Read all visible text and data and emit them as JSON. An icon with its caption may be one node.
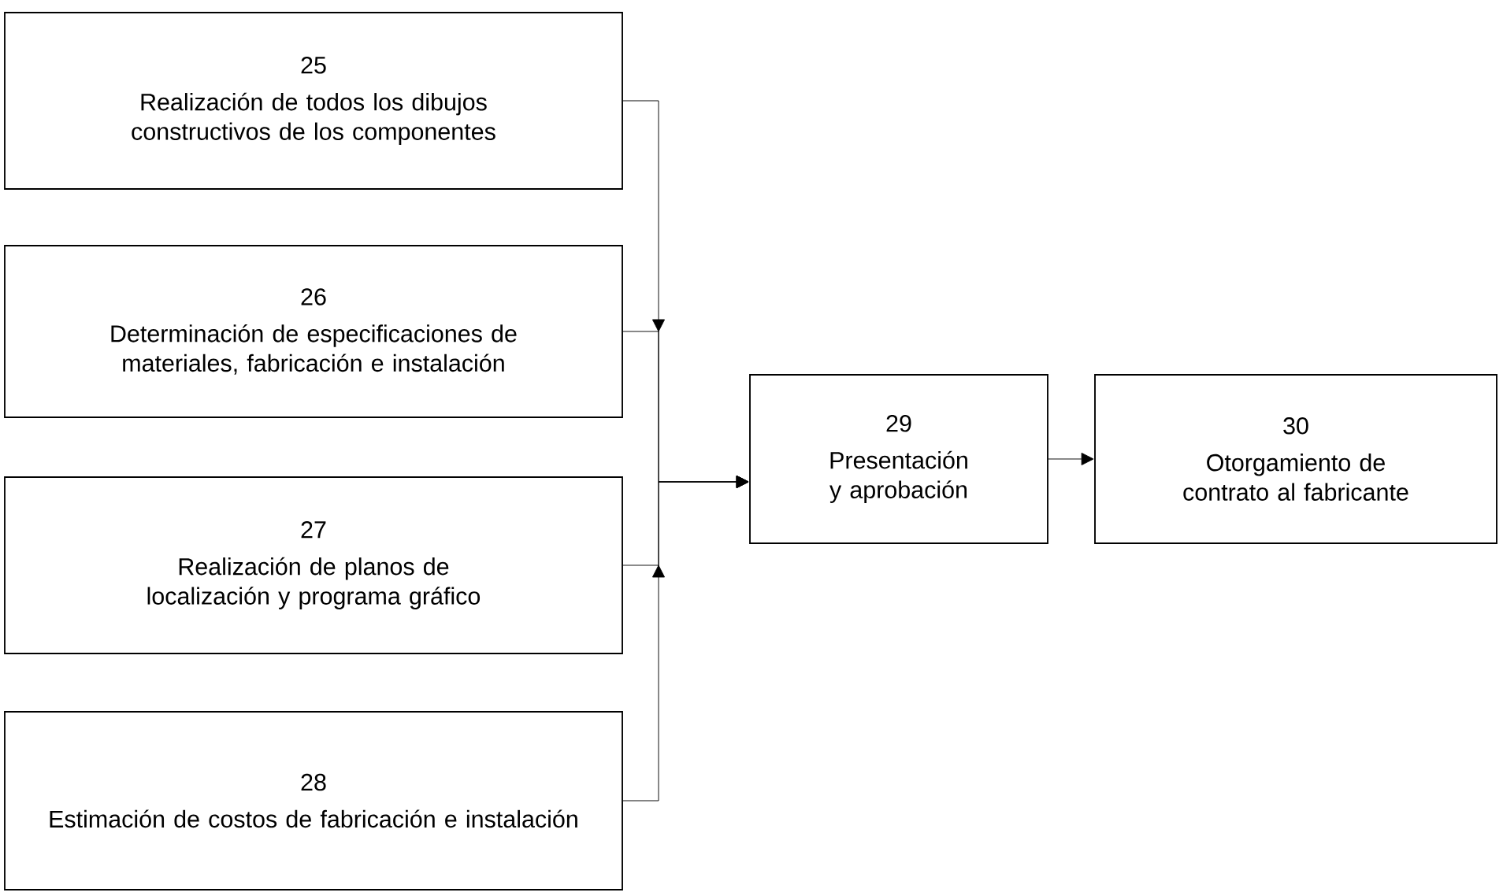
{
  "diagram": {
    "nodes": [
      {
        "text": [
          "25",
          "Realización de todos los dibujos constructivos de los componentes"
        ]
      },
      {
        "text": [
          "26",
          "Determinación de especificaciones de materiales, fabricación e instalación"
        ]
      },
      {
        "text": [
          "27",
          "Realización de planos de localización y programa gráfico"
        ]
      },
      {
        "text": [
          "28",
          "Estimación de costos de fabricación e instalación"
        ]
      },
      {
        "text": [
          "29",
          "Presentación y aprobación"
        ]
      },
      {
        "text": [
          "30",
          "Otorgamiento de contrato al fabricante"
        ]
      }
    ],
    "edges": [
      {
        "from": 0,
        "to": 4,
        "arrow": "to"
      },
      {
        "from": 1,
        "to": 4,
        "arrow": "to"
      },
      {
        "from": 2,
        "to": 4,
        "arrow": "to"
      },
      {
        "from": 3,
        "to": 4,
        "arrow": "to"
      },
      {
        "from": 4,
        "to": 5,
        "arrow": "to"
      }
    ]
  }
}
